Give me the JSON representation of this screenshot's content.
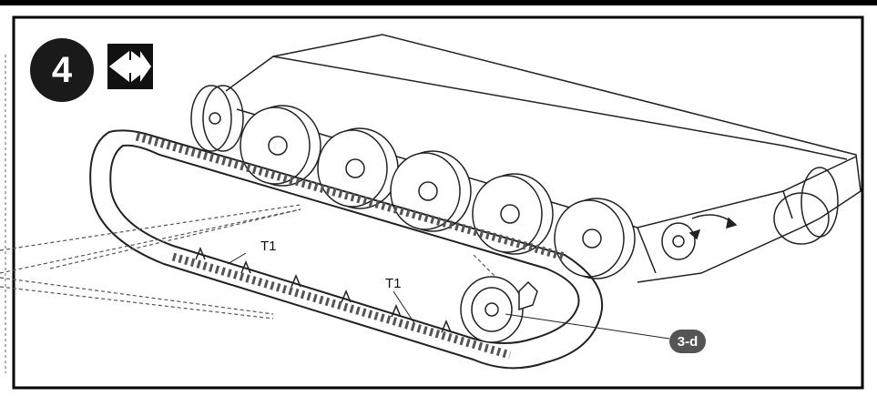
{
  "step": {
    "number": "4",
    "icon": "flip-arrows-icon"
  },
  "callouts": {
    "t1_upper": "T1",
    "t1_lower": "T1"
  },
  "reference": {
    "label": "3-d"
  },
  "colors": {
    "ink": "#111111",
    "badge": "#1a1a1a",
    "ref_badge": "#555555",
    "frame": "#000000"
  }
}
